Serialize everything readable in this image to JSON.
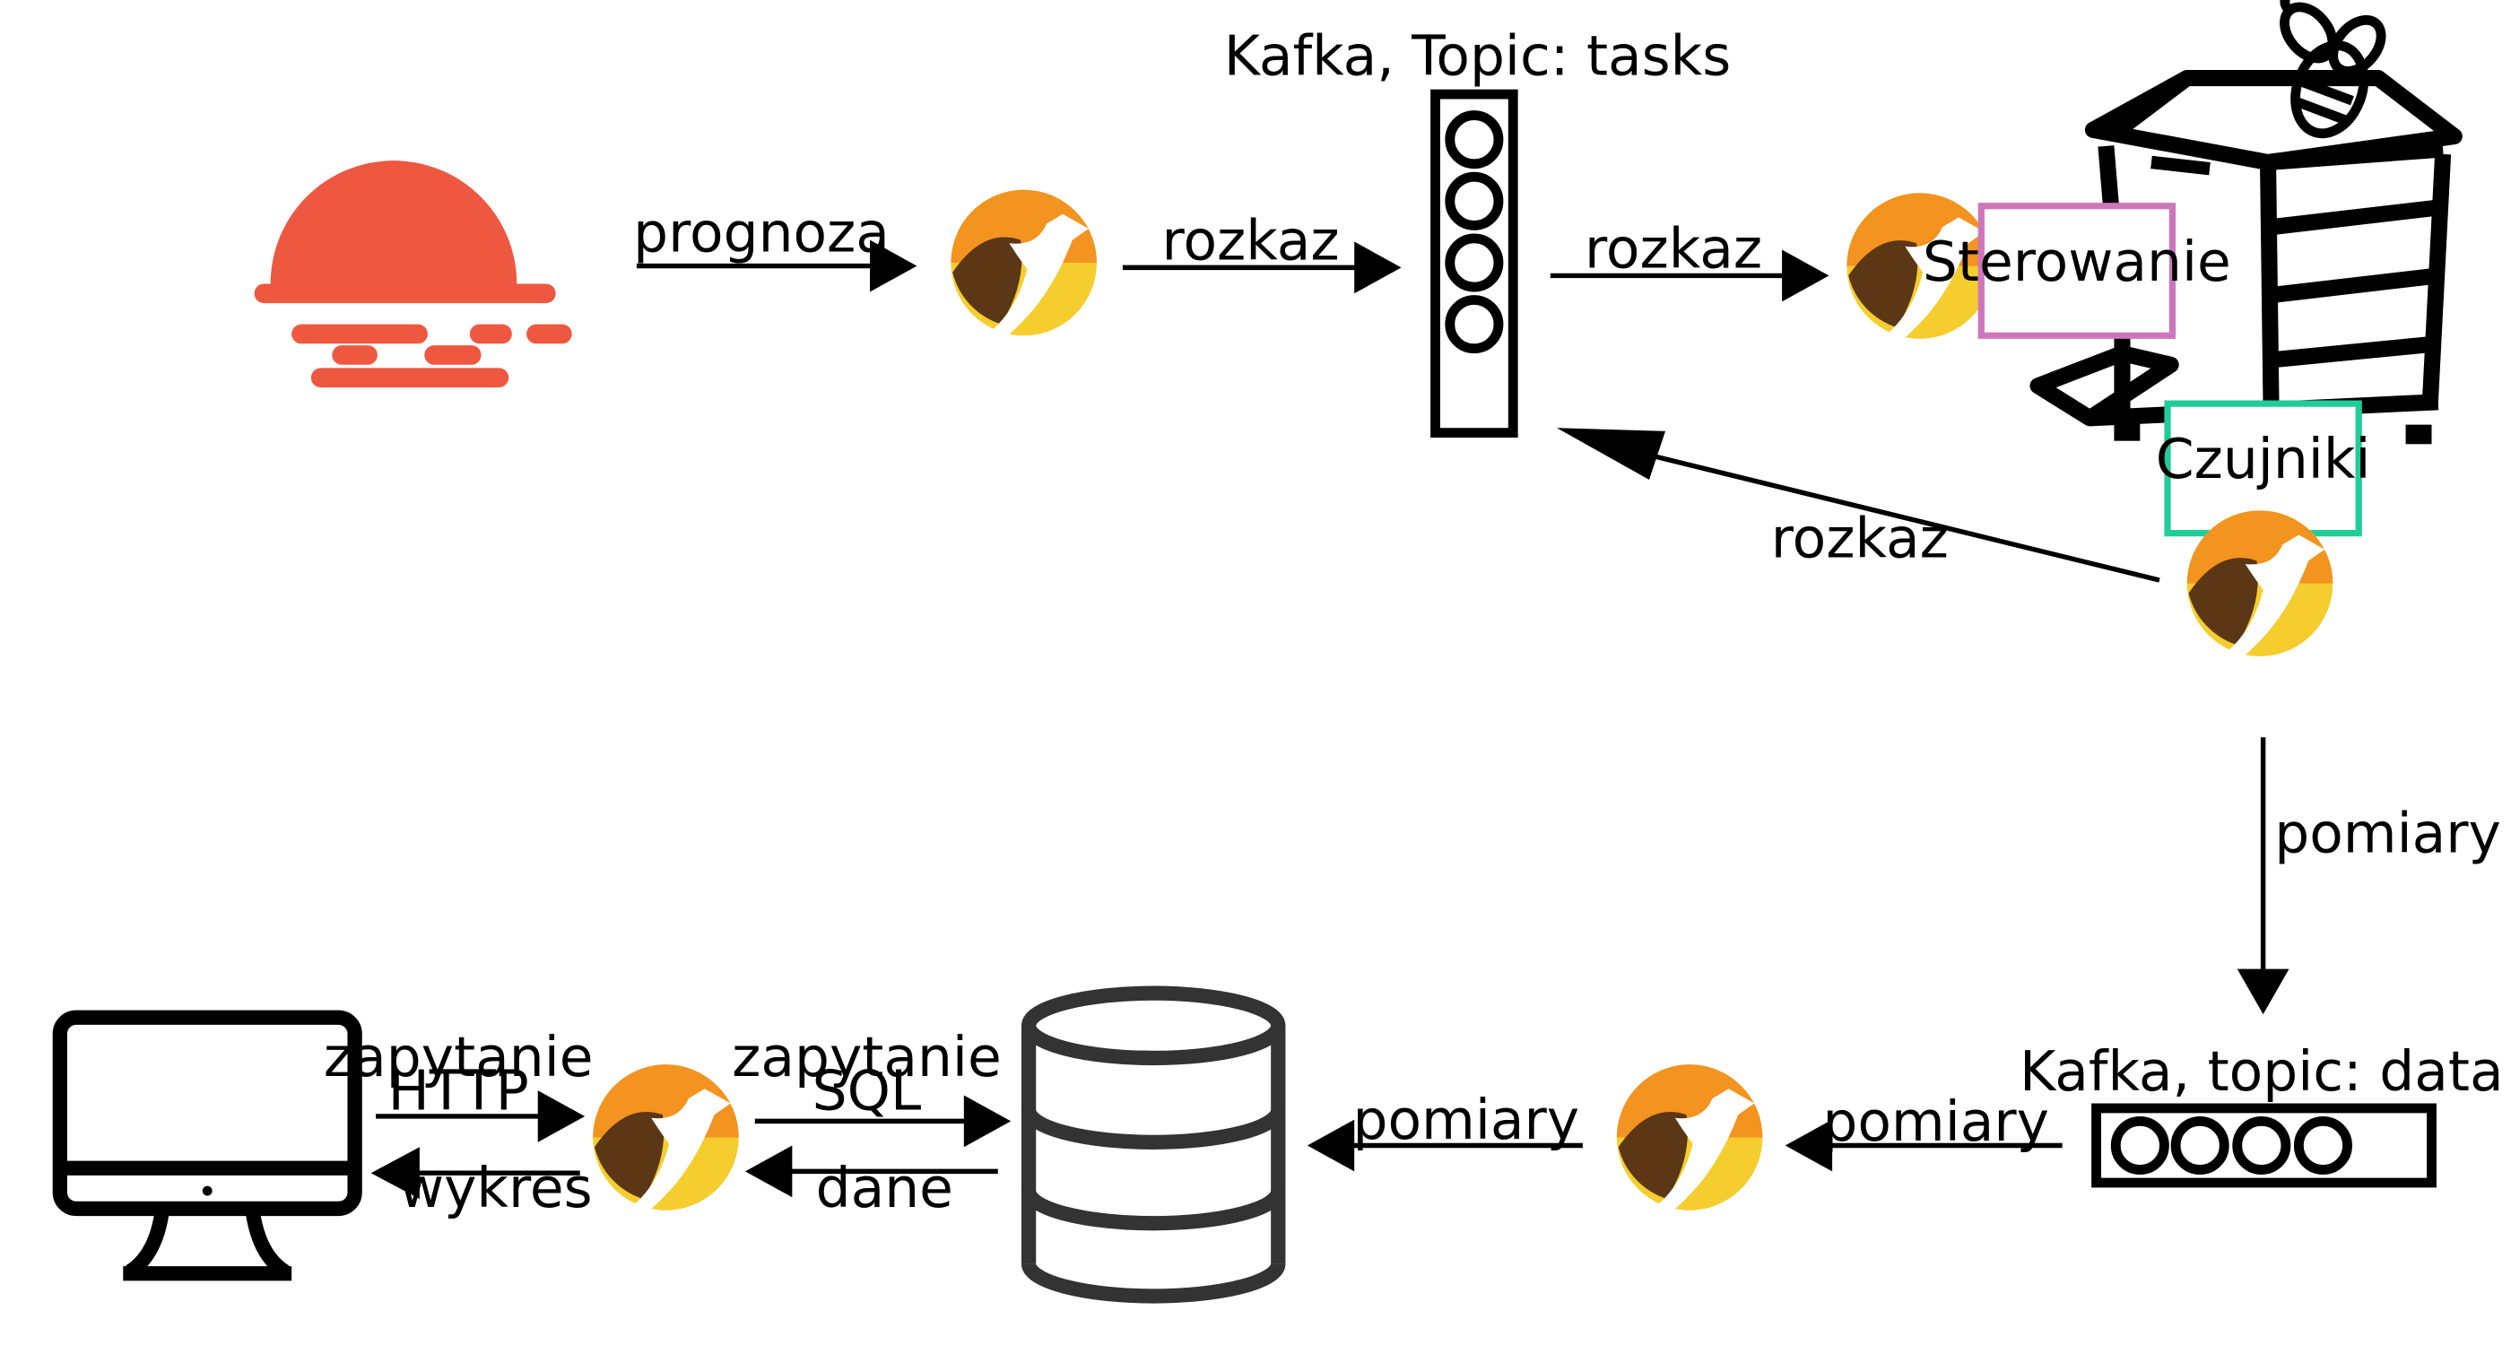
{
  "colors": {
    "sun": "#ee5840",
    "camel_orange": "#f39320",
    "camel_yellow": "#f5cd2e",
    "camel_brown": "#5b3715",
    "sterowanie_border": "#cc77bb",
    "czujniki_border": "#22cc99",
    "ink": "#000000",
    "db": "#333333"
  },
  "icons": {
    "weather": "sun-icon",
    "integration": "camel-icon",
    "queue": "kafka-queue-icon",
    "beehive": "beehive-icon",
    "bee": "bee-icon",
    "database": "database-icon",
    "monitor": "monitor-icon"
  },
  "nodes": {
    "kafka_tasks_title": "Kafka, Topic: tasks",
    "kafka_data_title": "Kafka, topic: data",
    "sterowanie": "Sterowanie",
    "czujniki": "Czujniki"
  },
  "edges": {
    "weather_to_camel": "prognoza",
    "camel_to_tasks": "rozkaz",
    "tasks_to_camel": "rozkaz",
    "sensors_to_tasks": "rozkaz",
    "sensors_to_data": "pomiary",
    "data_to_camel": "pomiary",
    "camel_to_db": "pomiary",
    "query_sql_line1": "zapytanie",
    "query_sql_line2": "SQL",
    "db_to_camel": "dane",
    "query_http_line1": "zapytanie",
    "query_http_line2": "HTTP",
    "camel_to_monitor": "wykres"
  }
}
